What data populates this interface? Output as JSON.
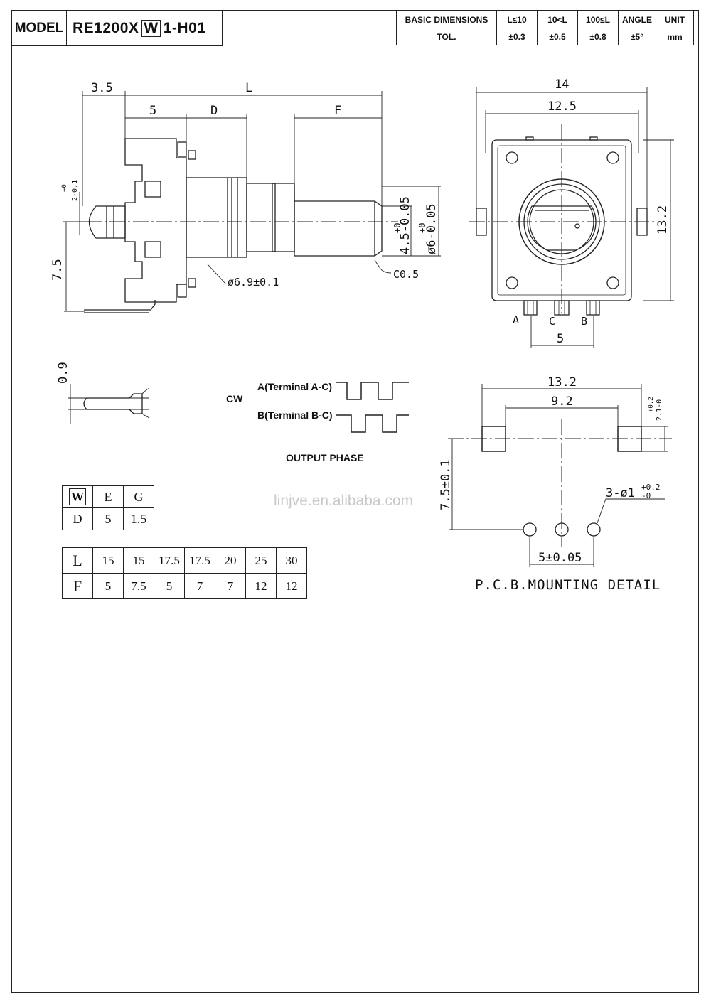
{
  "header": {
    "model_label": "MODEL",
    "model_prefix": "RE1200X",
    "model_boxed": "W",
    "model_suffix": "1-H01"
  },
  "tolerance_table": {
    "basic_dimensions": "BASIC DIMENSIONS",
    "tol": "TOL.",
    "ranges": [
      "L≤10",
      "10<L",
      "100≤L"
    ],
    "tolerances": [
      "±0.3",
      "±0.5",
      "±0.8"
    ],
    "angle_label": "ANGLE",
    "angle_tol": "±5°",
    "unit_label": "UNIT",
    "unit_value": "mm"
  },
  "side_view": {
    "dim_3_5": "3.5",
    "dim_L": "L",
    "dim_5": "5",
    "dim_D": "D",
    "dim_F": "F",
    "dim_2": "2-0.1",
    "dim_2_plus": "+0",
    "dim_7_5": "7.5",
    "dim_shaft_small": "4.5-0.05",
    "dim_shaft_small_plus": "+0",
    "dim_shaft_large": "ø6-0.05",
    "dim_shaft_large_plus": "+0",
    "dim_body": "ø6.9±0.1",
    "dim_chamfer": "C0.5"
  },
  "front_view": {
    "dim_14": "14",
    "dim_12_5": "12.5",
    "dim_13_2": "13.2",
    "dim_5": "5",
    "terminal_a": "A",
    "terminal_c": "C",
    "terminal_b": "B"
  },
  "pin_detail": {
    "dim_0_9": "0.9"
  },
  "phase": {
    "cw": "CW",
    "terminal_a": "A(Terminal A-C)",
    "terminal_b": "B(Terminal B-C)",
    "title": "OUTPUT PHASE"
  },
  "we_table": {
    "header_boxed": "W",
    "header_e": "E",
    "header_g": "G",
    "row_label": "D",
    "val_e": "5",
    "val_g": "1.5"
  },
  "lf_table": {
    "l_label": "L",
    "f_label": "F",
    "l_values": [
      "15",
      "15",
      "17.5",
      "17.5",
      "20",
      "25",
      "30"
    ],
    "f_values": [
      "5",
      "7.5",
      "5",
      "7",
      "7",
      "12",
      "12"
    ]
  },
  "pcb": {
    "dim_13_2": "13.2",
    "dim_9_2": "9.2",
    "dim_2_1": "2.1-0",
    "dim_2_1_plus": "+0.2",
    "dim_7_5": "7.5±0.1",
    "dim_holes": "3-ø1",
    "dim_holes_tol_plus": "+0.2",
    "dim_holes_tol_minus": "-0",
    "dim_pitch": "5±0.05",
    "title": "P.C.B.MOUNTING DETAIL"
  },
  "watermark": "linjve.en.alibaba.com"
}
